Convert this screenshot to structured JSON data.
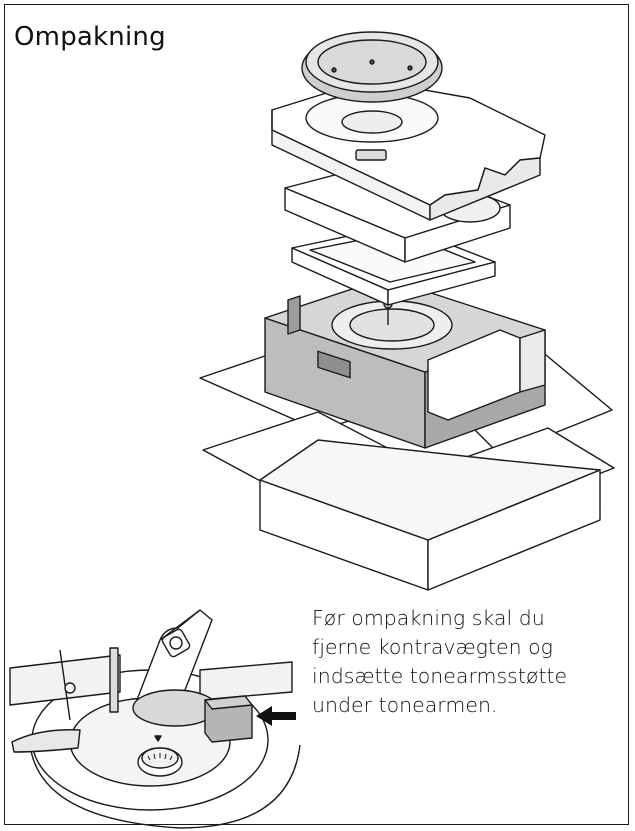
{
  "section": {
    "title": "Ompakning"
  },
  "instruction": {
    "lines": [
      "Før ompakning skal du",
      "fjerne kontravægten og",
      "indsætte tonearmsstøtte",
      "under tonearmen."
    ]
  },
  "illustrations": {
    "exploded_packaging": "exploded-packaging-diagram",
    "tonearm_detail": "tonearm-support-diagram",
    "arrow": "arrow-left-icon"
  }
}
